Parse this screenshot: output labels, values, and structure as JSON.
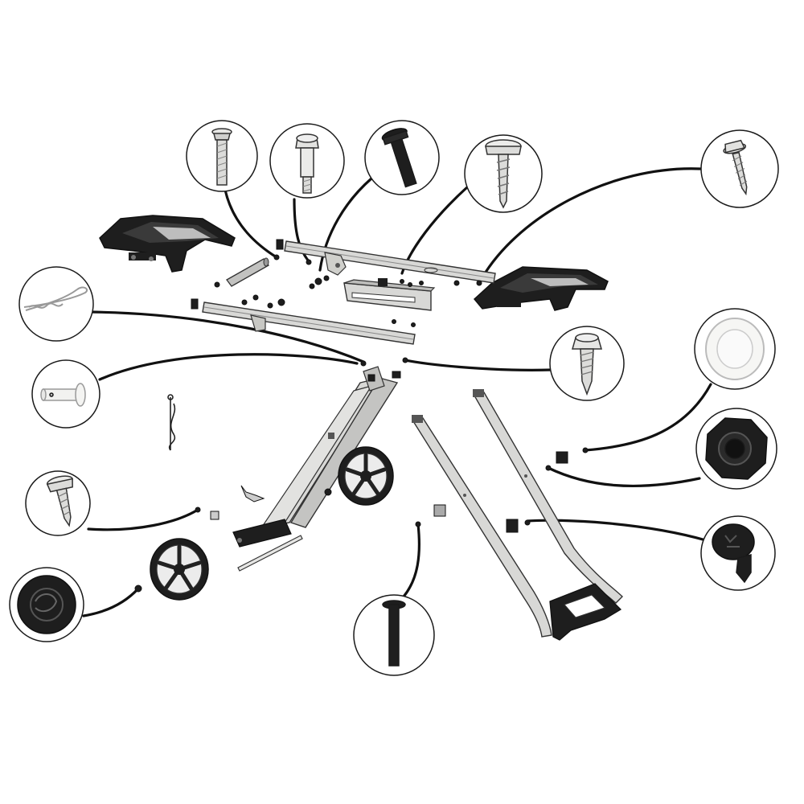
{
  "diagram": {
    "kind": "exploded-parts-view",
    "colors": {
      "background": "#ffffff",
      "outline": "#1a1a1a",
      "rail": "#d8d8d6",
      "rail_dark": "#a9a9a7",
      "part_black": "#1e1e1e",
      "part_grey": "#8a8a8a",
      "callout_circle": "#ffffff",
      "leader_line": "#111111"
    },
    "callouts": [
      {
        "id": "c1",
        "part_icon": "phillips-machine-screw-icon"
      },
      {
        "id": "c2",
        "part_icon": "hex-shoulder-bolt-icon"
      },
      {
        "id": "c3",
        "part_icon": "black-pan-head-bolt-icon"
      },
      {
        "id": "c4",
        "part_icon": "pan-head-tapping-screw-icon"
      },
      {
        "id": "c5",
        "part_icon": "hex-washer-head-screw-icon"
      },
      {
        "id": "c6",
        "part_icon": "hair-pin-clip-icon"
      },
      {
        "id": "c7",
        "part_icon": "clevis-pin-icon"
      },
      {
        "id": "c8",
        "part_icon": "self-drilling-hex-screw-icon"
      },
      {
        "id": "c9",
        "part_icon": "end-cap-icon"
      },
      {
        "id": "c10",
        "part_icon": "nylon-lock-nut-icon"
      },
      {
        "id": "c11",
        "part_icon": "black-self-tapping-screw-icon"
      },
      {
        "id": "c12",
        "part_icon": "phillips-truss-screw-icon"
      },
      {
        "id": "c13",
        "part_icon": "wheel-hub-cap-icon"
      },
      {
        "id": "c14",
        "part_icon": "long-carriage-bolt-icon"
      }
    ],
    "assemblies": [
      "left-support-bracket",
      "right-support-bracket",
      "rear-cross-rail",
      "front-cross-rail",
      "center-slide-bracket",
      "folding-leg-frame",
      "left-wheel",
      "right-wheel",
      "left-leg-tube",
      "right-leg-tube",
      "handle-grip",
      "axle-rod",
      "spacer-tube"
    ]
  }
}
